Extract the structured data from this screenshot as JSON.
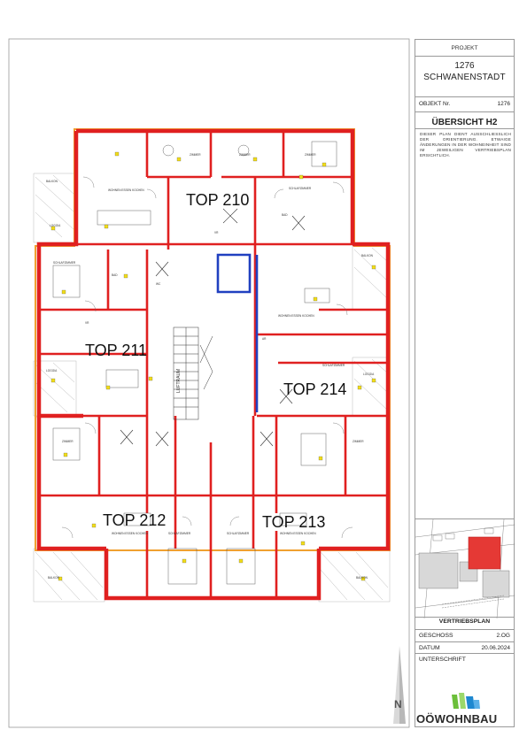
{
  "title_block": {
    "project_label": "PROJEKT",
    "project_number": "1276",
    "project_city": "SCHWANENSTADT",
    "object_label": "OBJEKT Nr.",
    "object_number": "1276",
    "overview_title": "ÜBERSICHT H2",
    "disclaimer": "DIESER PLAN DIENT AUSSCHLIESSLICH DER ORIENTIERUNG. ETWAIGE ÄNDERUNGEN IN DER WOHNEINHEIT SIND IM JEWEILIGEN VERTRIEBSPLAN ERSICHTLICH.",
    "plan_type": "VERTRIEBSPLAN",
    "floor_label": "GESCHOSS",
    "floor_value": "2.OG",
    "date_label": "DATUM",
    "date_value": "20.06.2024",
    "signature_label": "UNTERSCHRIFT",
    "logo_text": "OÖWOHNBAU",
    "north_letter": "N"
  },
  "units": {
    "top210": "TOP 210",
    "top211": "TOP 211",
    "top212": "TOP 212",
    "top213": "TOP 213",
    "top214": "TOP 214"
  },
  "rooms": {
    "zimmer": "ZIMMER",
    "schlafzimmer": "SCHLAFZIMMER",
    "wohnen": "WOHNEN ESSEN KOCHEN",
    "bad": "BAD",
    "wc": "WC",
    "ar": "AR",
    "vr": "VR",
    "balkon": "BALKON",
    "loggia": "LOGGIA",
    "luftraum": "LUFTRAUM"
  },
  "colors": {
    "wall_red": "#e02020",
    "wall_blue": "#2040c0",
    "facade_orange": "#f0a030",
    "logo_green": "#6cbf3a",
    "logo_blue": "#1e88d0",
    "site_red": "#e53935"
  }
}
